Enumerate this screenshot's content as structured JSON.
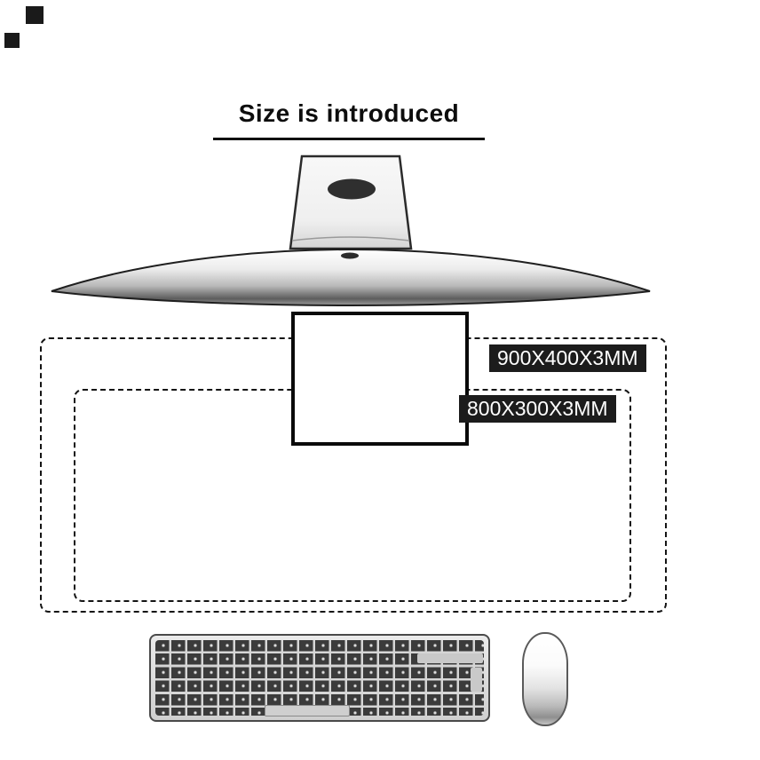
{
  "title": {
    "text": "Size is introduced"
  },
  "pads": {
    "outer": {
      "label": "900X400X3MM"
    },
    "inner": {
      "label": "800X300X3MM"
    }
  },
  "colors": {
    "background": "#ffffff",
    "label_bg": "#1c1c1c",
    "label_text": "#ffffff",
    "outline_dashed": "#141414",
    "reference_box_border": "#0a0a0a"
  },
  "icons": {
    "monitor": "imac-monitor-stand-icon",
    "keyboard": "keyboard-icon",
    "mouse": "magic-mouse-icon",
    "corner_marks": "dark-square-mark"
  }
}
